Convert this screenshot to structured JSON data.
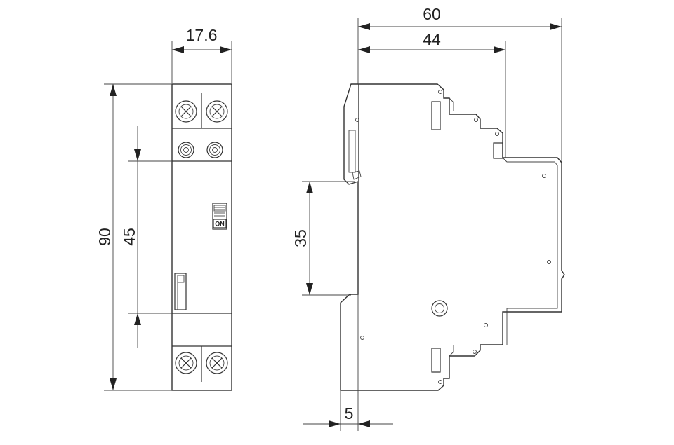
{
  "dimensions": {
    "front_width": "17.6",
    "front_height": "90",
    "front_inner_height": "45",
    "side_total_depth": "60",
    "side_depth_44": "44",
    "side_rail_35": "35",
    "side_offset_5": "5"
  },
  "switch_label": "ON",
  "colors": {
    "line": "#333333",
    "background": "#ffffff"
  }
}
